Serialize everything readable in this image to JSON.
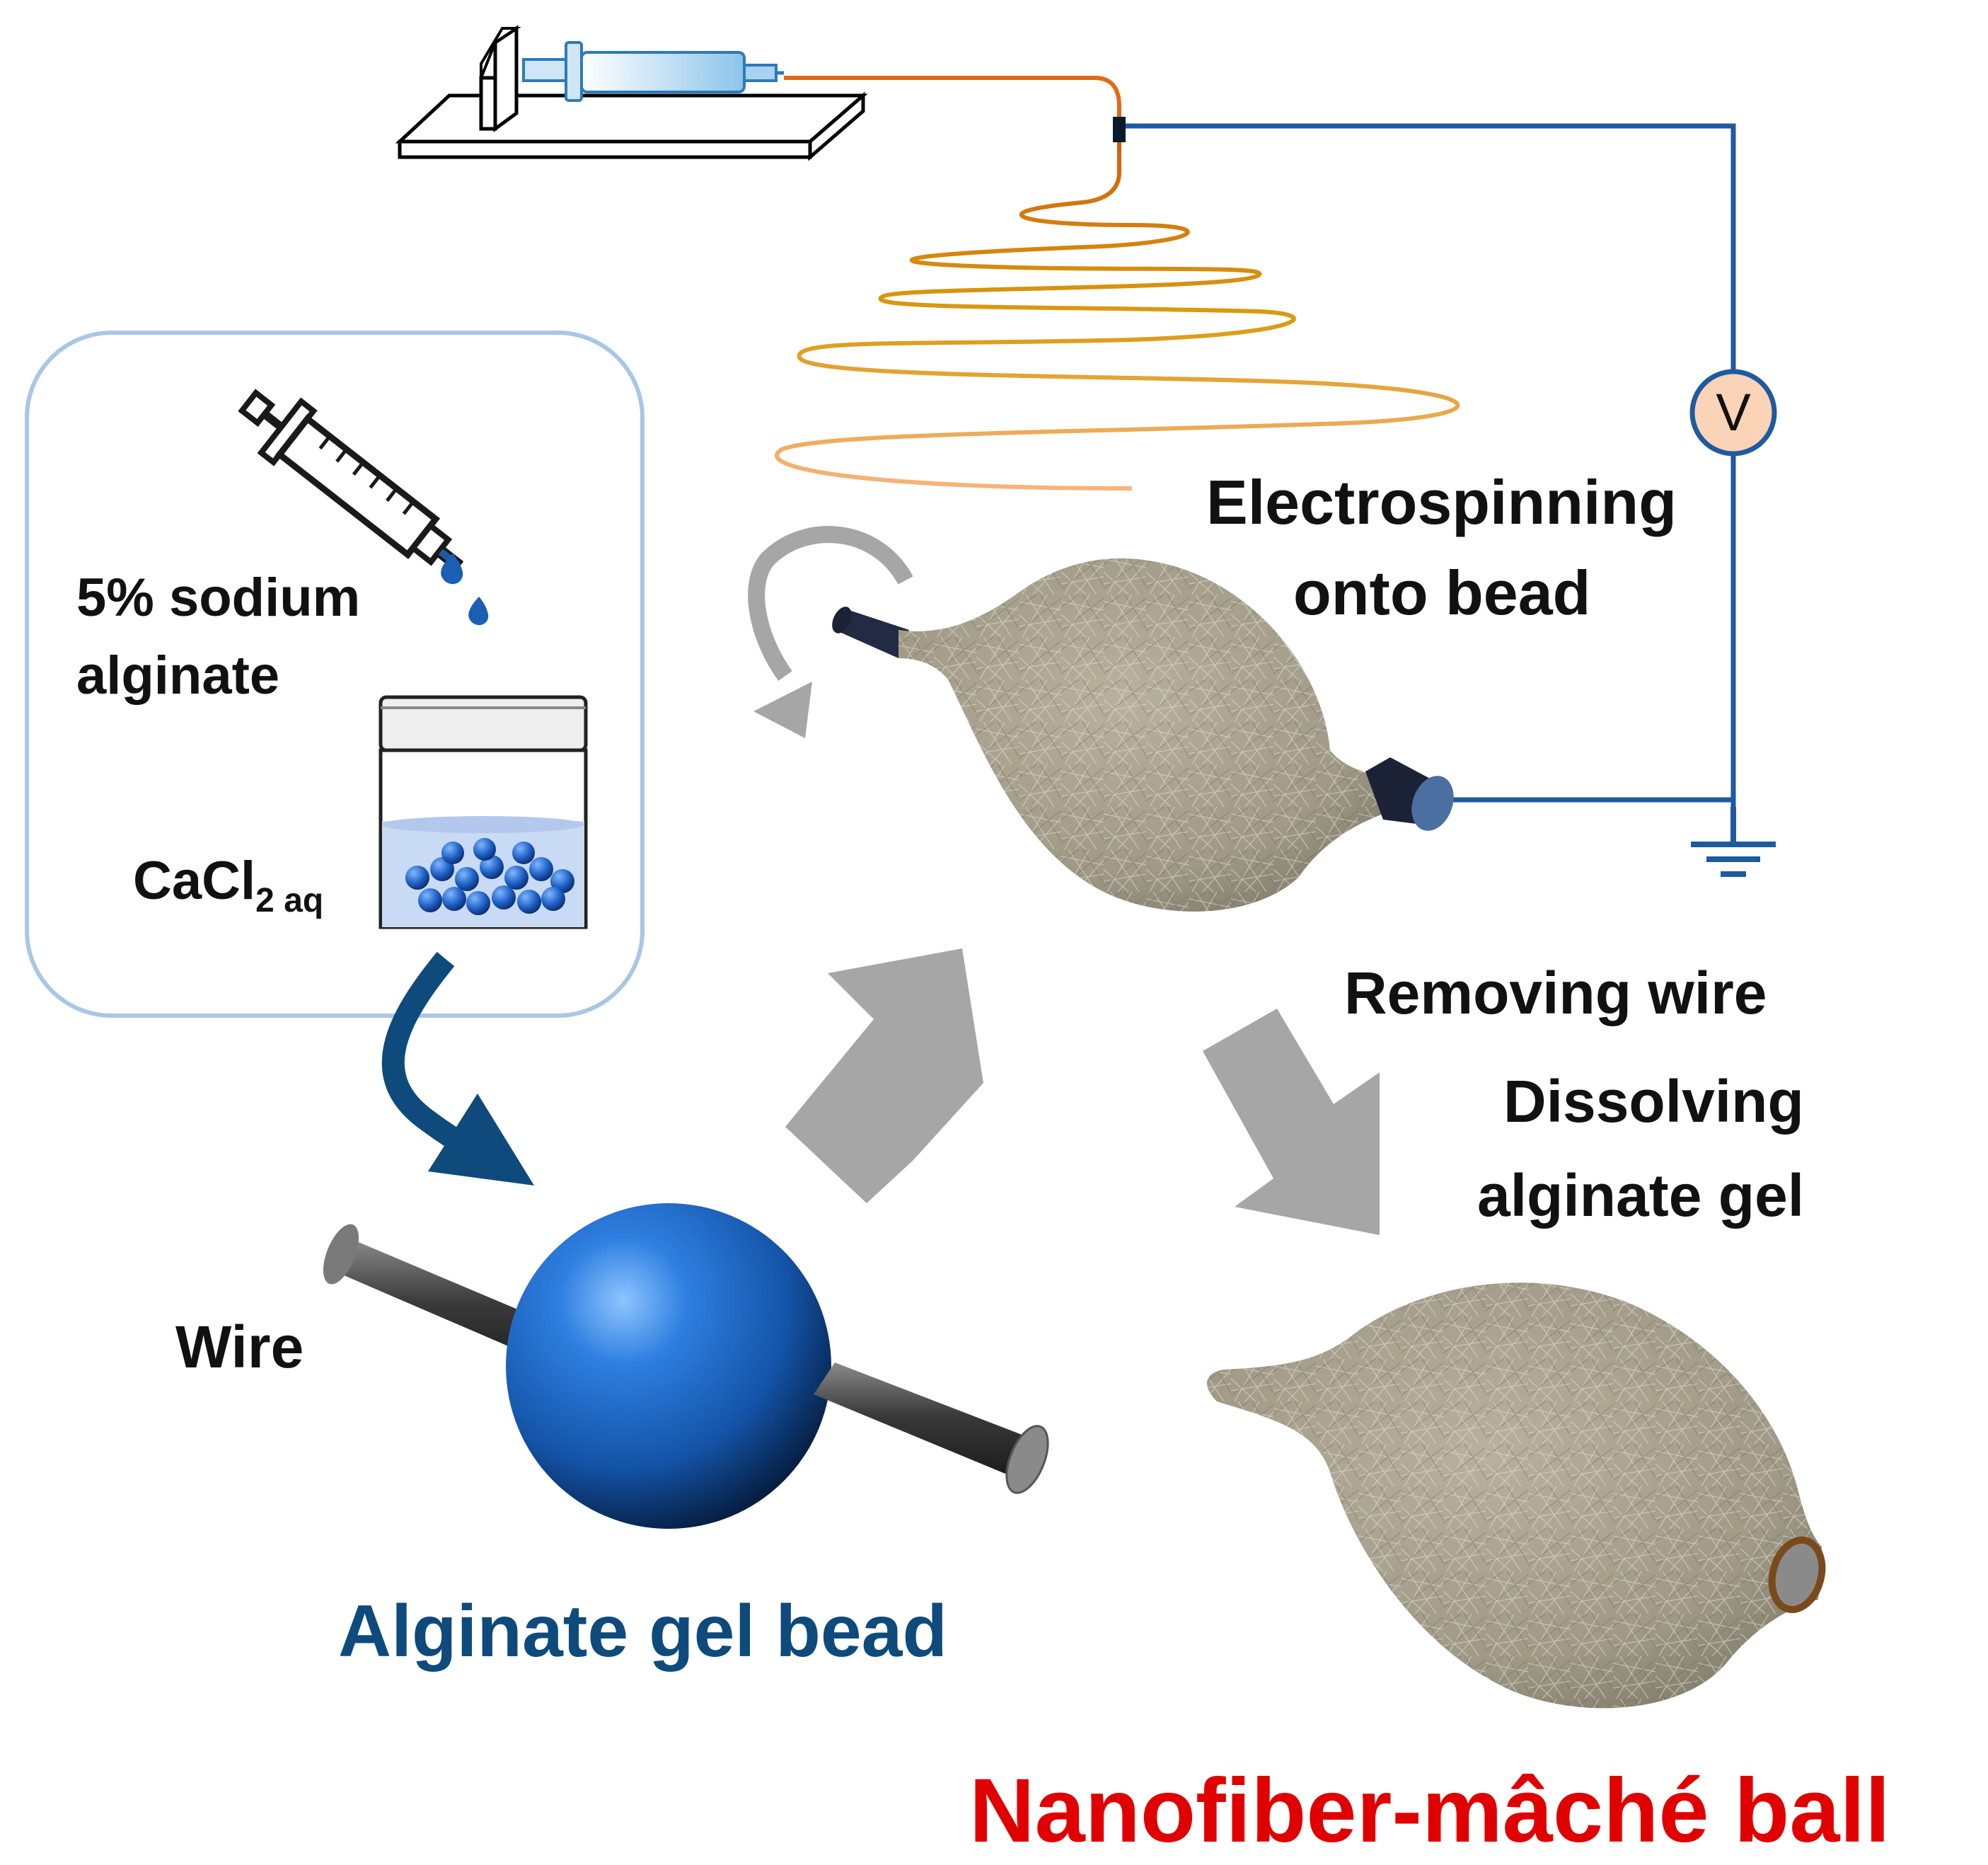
{
  "labels": {
    "sodium_line1": "5% sodium",
    "sodium_line2": "alginate",
    "cacl_main": "CaCl",
    "cacl_sub": "2 aq",
    "electro_line1": "Electrospinning",
    "electro_line2": "onto bead",
    "voltmeter": "V",
    "removing": "Removing wire",
    "dissolving_line1": "Dissolving",
    "dissolving_line2": "alginate gel",
    "wire": "Wire",
    "bead_title": "Alginate gel bead",
    "ball_title": "Nanofiber-mâché ball"
  },
  "colors": {
    "circuit_blue": "#1f5aa0",
    "bead_title": "#0e4a7c",
    "ball_title": "#e00000",
    "arrow_gray": "#a6a6a6",
    "flow_arrow": "#0e4a7c",
    "fiber_tan": "#a8a291",
    "jet_orange": "#e07a20",
    "voltmeter_fill": "#fbd3b7"
  },
  "icons": [
    "syringe-pump-icon",
    "syringe-dropper-icon",
    "jar-icon",
    "voltmeter-icon",
    "ground-icon",
    "rotation-arrow-icon"
  ]
}
